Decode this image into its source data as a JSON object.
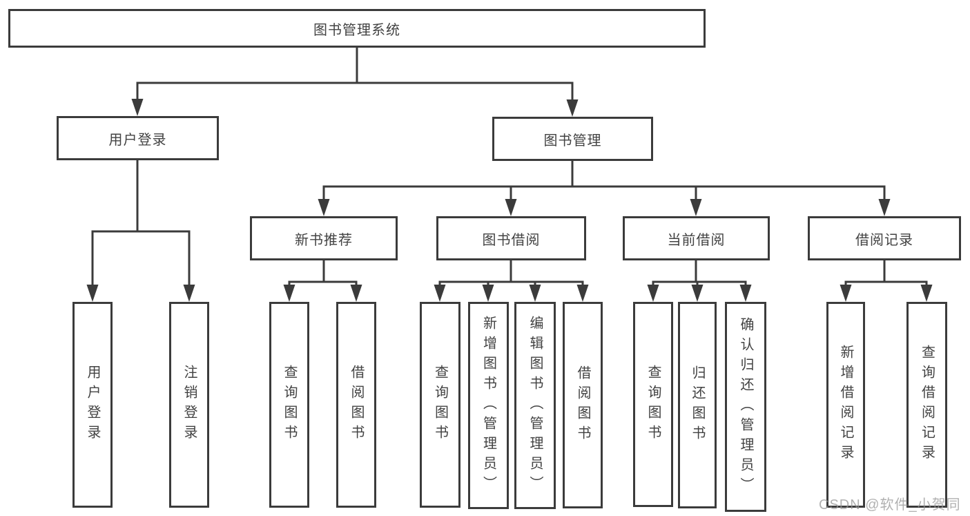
{
  "tree": {
    "label": "图书管理系统",
    "children": [
      {
        "label": "用户登录",
        "children": [
          {
            "label": "用户登录"
          },
          {
            "label": "注销登录"
          }
        ]
      },
      {
        "label": "图书管理",
        "children": [
          {
            "label": "新书推荐",
            "children": [
              {
                "label": "查询图书"
              },
              {
                "label": "借阅图书"
              }
            ]
          },
          {
            "label": "图书借阅",
            "children": [
              {
                "label": "查询图书"
              },
              {
                "label": "新增图书（管理员）"
              },
              {
                "label": "编辑图书（管理员）"
              },
              {
                "label": "借阅图书"
              }
            ]
          },
          {
            "label": "当前借阅",
            "children": [
              {
                "label": "查询图书"
              },
              {
                "label": "归还图书"
              },
              {
                "label": "确认归还（管理员）"
              }
            ]
          },
          {
            "label": "借阅记录",
            "children": [
              {
                "label": "新增借阅记录"
              },
              {
                "label": "查询借阅记录"
              }
            ]
          }
        ]
      }
    ]
  },
  "watermark": "CSDN @软件_小贺同学",
  "colors": {
    "line": "#3b3b3b",
    "text": "#424242",
    "background": "#ffffff",
    "watermark": "#969696"
  }
}
